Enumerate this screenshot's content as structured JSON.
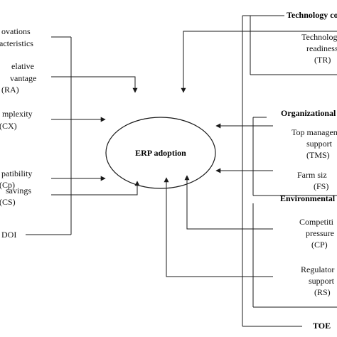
{
  "center": {
    "label": "ERP adoption"
  },
  "left": {
    "lines": [
      "ovations",
      "acteristics",
      "elative",
      "vantage",
      "(RA)",
      "mplexity",
      "(CX)",
      "patibility",
      "(Cp)",
      "savings",
      "(CS)",
      "DOI"
    ]
  },
  "right": {
    "headers": {
      "technology": "Technology co",
      "organizational": "Organizational",
      "environmental": "Environmental",
      "toe": "TOE"
    },
    "lines": [
      "Technolog",
      "readiness",
      "(TR)",
      "Top managem",
      "support",
      "(TMS)",
      "Farm siz",
      "(FS)",
      "Competiti",
      "pressure",
      "(CP)",
      "Regulator",
      "support",
      "(RS)"
    ]
  }
}
